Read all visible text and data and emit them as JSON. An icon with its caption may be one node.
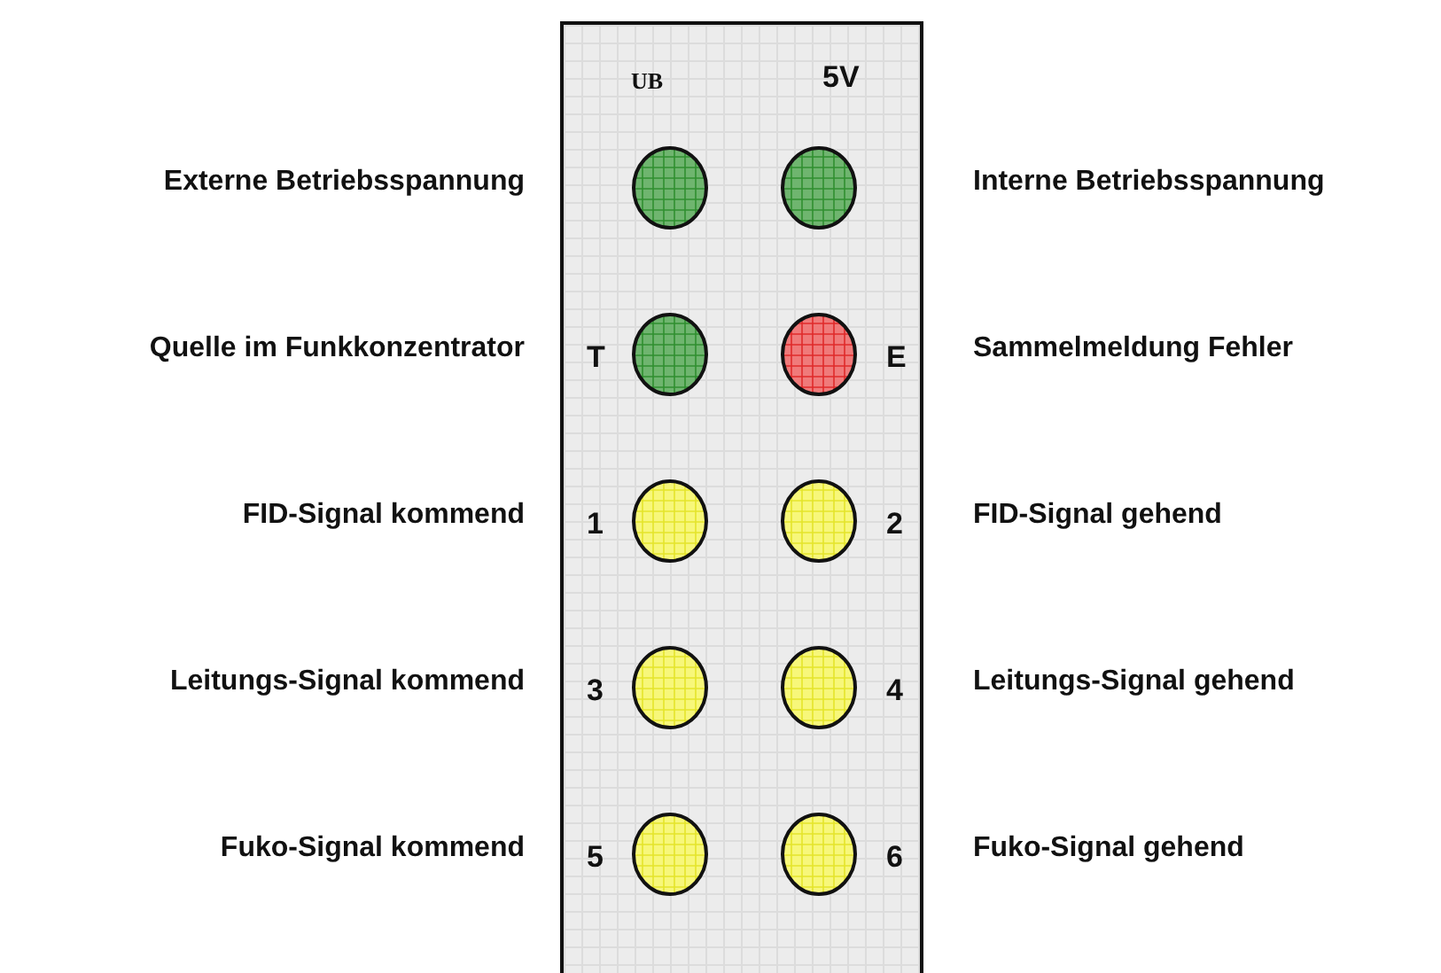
{
  "diagram": {
    "nodes": [
      {
        "text": [],
        "shape": "box"
      },
      {
        "text": [],
        "shape": "circle",
        "in": 0,
        "beside": [
          "Externe Betriebsspannung"
        ]
      },
      {
        "text": [],
        "shape": "circle",
        "in": 0
      },
      {
        "text": [],
        "shape": "circle",
        "in": 0,
        "beside": [
          "Quelle im Funkkonzentrator",
          "T"
        ]
      },
      {
        "text": [],
        "shape": "circle",
        "in": 0,
        "beside": [
          "E",
          "Sammelmeldung Fehler"
        ]
      },
      {
        "text": [],
        "shape": "circle",
        "in": 0,
        "beside": [
          "FID-Signal kommend",
          "1"
        ]
      },
      {
        "text": [],
        "shape": "circle",
        "in": 0,
        "beside": [
          "2",
          "FID-Signal gehend"
        ]
      },
      {
        "text": [],
        "shape": "circle",
        "in": 0,
        "beside": [
          "Leitungs-Signal kommend",
          "3"
        ]
      },
      {
        "text": [],
        "shape": "circle",
        "in": 0,
        "beside": [
          "4",
          "Leitungs-Signal gehend"
        ]
      },
      {
        "text": [],
        "shape": "circle",
        "in": 0,
        "beside": [
          "Fuko-Signal kommend",
          "5"
        ]
      },
      {
        "text": [],
        "shape": "circle",
        "in": 0,
        "beside": [
          "6",
          "Fuko-Signal gehend"
        ]
      }
    ],
    "labels": [
      "UB",
      "5V",
      "Interne Betriebsspannung"
    ]
  }
}
